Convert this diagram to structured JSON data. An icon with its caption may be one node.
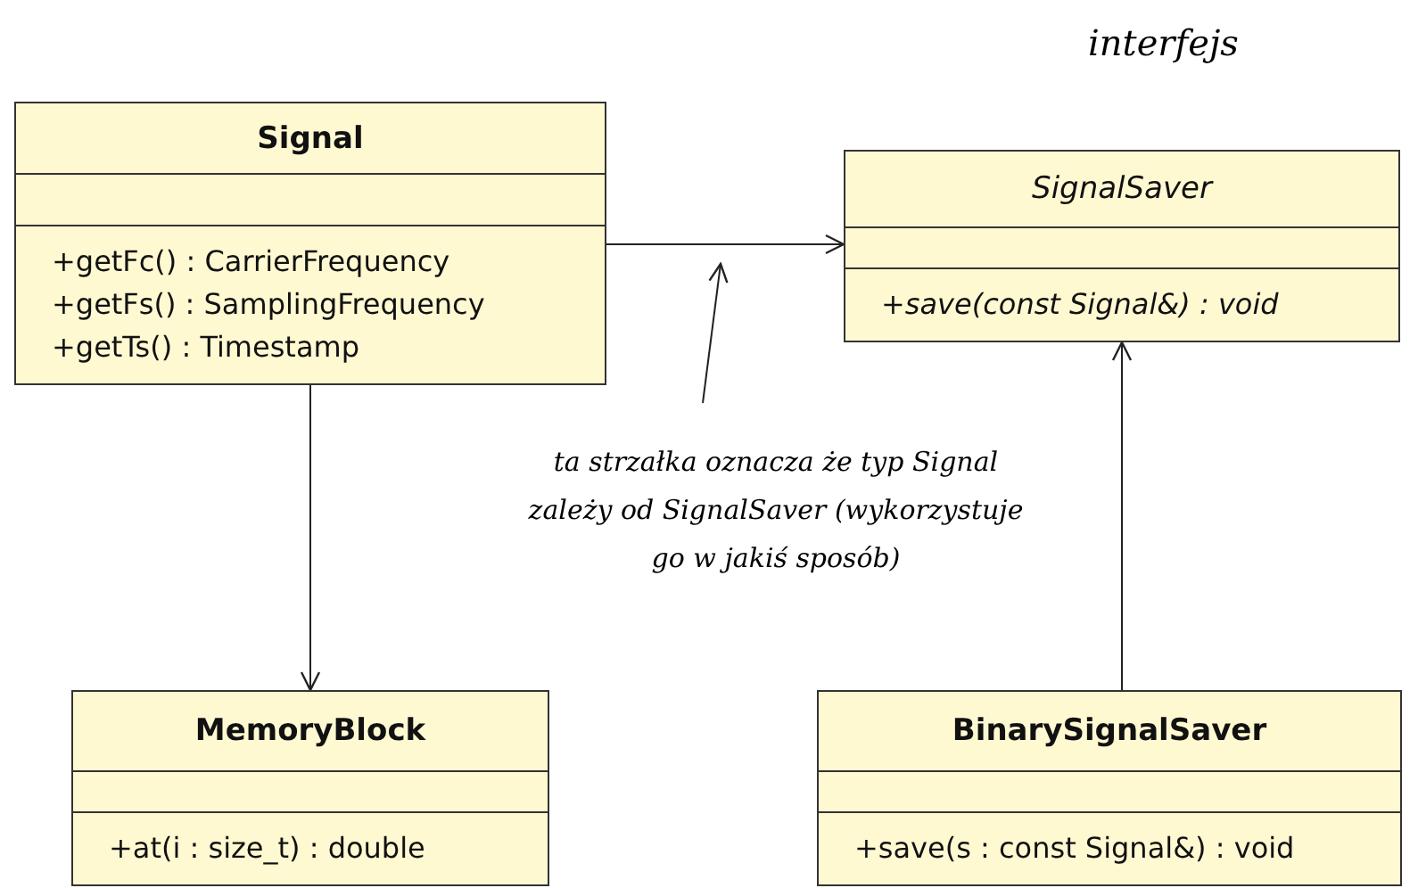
{
  "diagram": {
    "nodes": [
      {
        "text": [
          "Signal",
          "+getFc() : CarrierFrequency",
          "+getFs() : SamplingFrequency",
          "+getTs() : Timestamp"
        ]
      },
      {
        "text": [
          "SignalSaver",
          "+save(const Signal&) : void"
        ],
        "beside": [
          "interfejs"
        ]
      },
      {
        "text": [
          "MemoryBlock",
          "+at(i : size_t) : double"
        ]
      },
      {
        "text": [
          "BinarySignalSaver",
          "+save(s : const Signal&) : void"
        ]
      },
      {
        "text": [
          "ta strzałka oznacza że typ Signal zależy od SignalSaver (wykorzystuje go w jakiś sposób)"
        ]
      }
    ],
    "edges": [
      {
        "from": 0,
        "to": 1,
        "arrow": "to"
      },
      {
        "from": 0,
        "to": 2,
        "arrow": "to"
      },
      {
        "from": 3,
        "to": 1,
        "arrow": "to"
      },
      {
        "from": 4,
        "to": null,
        "arrow": "to"
      }
    ]
  }
}
